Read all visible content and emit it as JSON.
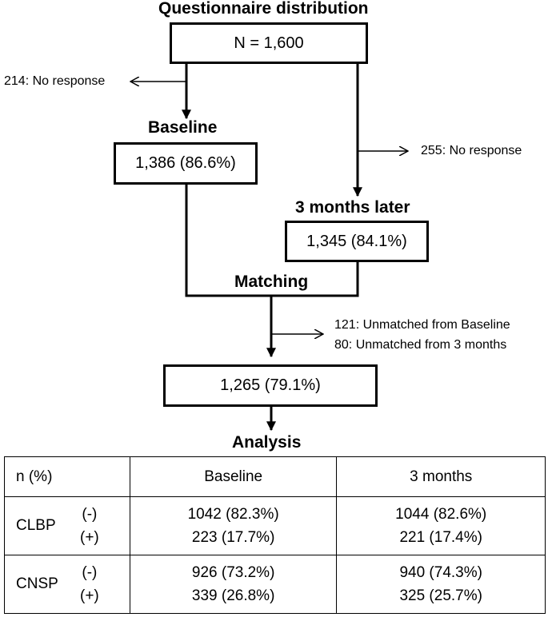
{
  "flow": {
    "title": "Questionnaire distribution",
    "total": "N = 1,600",
    "no_response_1": "214: No response",
    "baseline_title": "Baseline",
    "baseline_value": "1,386 (86.6%)",
    "no_response_2": "255: No response",
    "followup_title": "3 months later",
    "followup_value": "1,345 (84.1%)",
    "matching_title": "Matching",
    "unmatched_baseline": "121: Unmatched from Baseline",
    "unmatched_3months": "80: Unmatched from 3 months",
    "matched_value": "1,265 (79.1%)",
    "analysis_title": "Analysis"
  },
  "table": {
    "header": {
      "col0": "n (%)",
      "col1": "Baseline",
      "col2": "3 months"
    },
    "rows": [
      {
        "label": "CLBP",
        "neg": "(-)",
        "pos": "(+)",
        "baseline_neg": "1042 (82.3%)",
        "baseline_pos": "223 (17.7%)",
        "m3_neg": "1044 (82.6%)",
        "m3_pos": "221 (17.4%)"
      },
      {
        "label": "CNSP",
        "neg": "(-)",
        "pos": "(+)",
        "baseline_neg": "926 (73.2%)",
        "baseline_pos": "339 (26.8%)",
        "m3_neg": "940 (74.3%)",
        "m3_pos": "325 (25.7%)"
      }
    ]
  }
}
